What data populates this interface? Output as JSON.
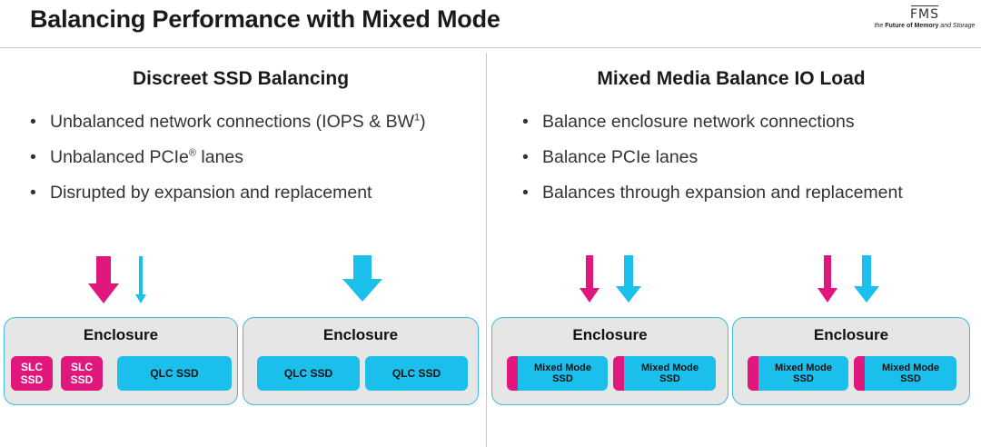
{
  "header": {
    "title": "Balancing Performance with Mixed Mode",
    "logo_mark": "FMS",
    "logo_tag_prefix": "the ",
    "logo_tag_main": "Future of Memory",
    "logo_tag_suffix": " and Storage"
  },
  "left": {
    "title": "Discreet SSD Balancing",
    "bullets": [
      {
        "text": "Unbalanced network connections (IOPS & BW",
        "sup": "1",
        "after": ")"
      },
      {
        "text": "Unbalanced PCIe",
        "sup": "®",
        "after": " lanes"
      },
      {
        "text": "Disrupted by expansion and replacement",
        "sup": "",
        "after": ""
      }
    ],
    "enclosures": [
      {
        "label": "Enclosure",
        "chips": [
          "SLC\nSSD",
          "SLC\nSSD",
          "QLC SSD"
        ]
      },
      {
        "label": "Enclosure",
        "chips": [
          "QLC SSD",
          "QLC SSD"
        ]
      }
    ]
  },
  "right": {
    "title": "Mixed Media Balance IO Load",
    "bullets": [
      "Balance enclosure network connections",
      "Balance PCIe lanes",
      "Balances through expansion and replacement"
    ],
    "enclosures": [
      {
        "label": "Enclosure",
        "chips": [
          "Mixed Mode\nSSD",
          "Mixed Mode\nSSD"
        ]
      },
      {
        "label": "Enclosure",
        "chips": [
          "Mixed Mode\nSSD",
          "Mixed Mode\nSSD"
        ]
      }
    ]
  },
  "bullet_char": "•",
  "colors": {
    "magenta": "#e0177c",
    "cyan": "#1bbfec",
    "enclosure_fill": "#e6e6e6"
  }
}
